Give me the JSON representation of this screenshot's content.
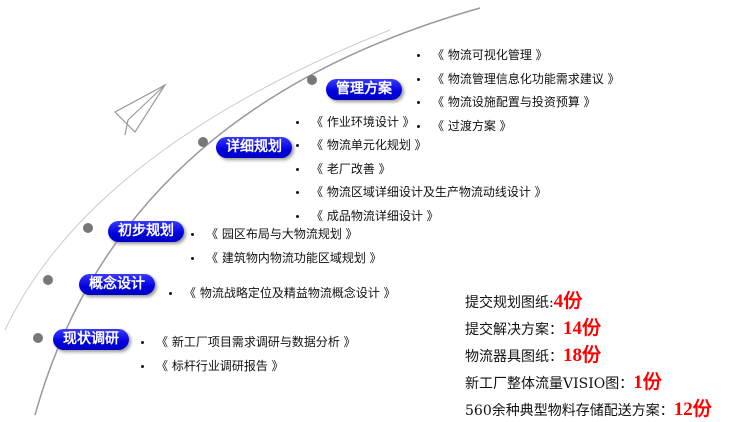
{
  "stages": [
    {
      "label": "管理方案",
      "items": [
        "《 物流可视化管理 》",
        "《 物流管理信息化功能需求建议 》",
        "《 物流设施配置与投资预算 》",
        "《 过渡方案 》"
      ]
    },
    {
      "label": "详细规划",
      "items": [
        "《 作业环境设计 》",
        "《 物流单元化规划 》",
        "《 老厂改善 》",
        "《 物流区域详细设计及生产物流动线设计 》",
        "《 成品物流详细设计 》"
      ]
    },
    {
      "label": "初步规划",
      "items": [
        "《 园区布局与大物流规划 》",
        "《 建筑物内物流功能区域规划 》"
      ]
    },
    {
      "label": "概念设计",
      "items": [
        "《 物流战略定位及精益物流概念设计 》"
      ]
    },
    {
      "label": "现状调研",
      "items": [
        "《 新工厂项目需求调研与数据分析 》",
        "《 标杆行业调研报告 》"
      ]
    }
  ],
  "summary": [
    {
      "label": "提交规划图纸:",
      "count": "4份"
    },
    {
      "label": "提交解决方案：",
      "count": "14份"
    },
    {
      "label": "物流器具图纸：",
      "count": "18份"
    },
    {
      "label": "新工厂整体流量VISIO图：",
      "count": "1份"
    },
    {
      "label": "560余种典型物料存储配送方案：",
      "count": "12份"
    }
  ],
  "colors": {
    "pill": "#0000e0",
    "count": "#ff0000"
  }
}
